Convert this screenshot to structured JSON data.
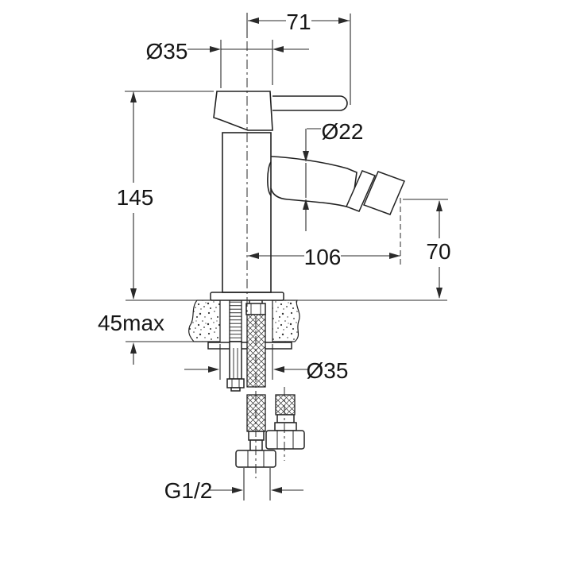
{
  "page": {
    "background": "#ffffff",
    "ink": "#1a1a1a"
  },
  "drawing": {
    "type": "technical dimension drawing",
    "subject": "single-lever bidet mixer tap, side elevation with installation dimensions",
    "units": "mm",
    "labels": {
      "lever_width": "71",
      "body_diameter": "Ø35",
      "spout_diameter": "Ø22",
      "height_to_deck": "145",
      "spout_reach": "106",
      "spout_height": "70",
      "deck_thickness": "45max",
      "mounting_hole_diameter": "Ø35",
      "supply_thread": "G1/2"
    }
  }
}
